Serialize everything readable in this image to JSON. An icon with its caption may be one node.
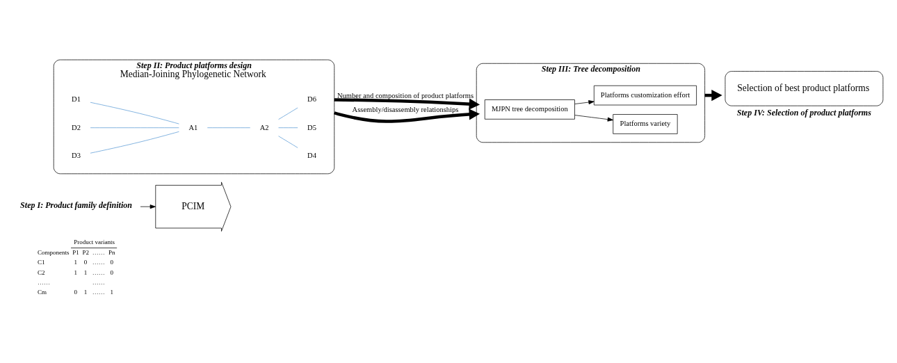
{
  "diagram": {
    "nodes": [
      {
        "text": [
          "PCIM"
        ]
      },
      {
        "text": [
          "Step II: Product platforms design",
          "Median-Joining Phylogenetic Network"
        ]
      },
      {
        "text": [
          "D1"
        ],
        "in": 1
      },
      {
        "text": [
          "D2"
        ],
        "in": 1
      },
      {
        "text": [
          "D3"
        ],
        "in": 1
      },
      {
        "text": [
          "A1"
        ],
        "in": 1
      },
      {
        "text": [
          "A2"
        ],
        "in": 1
      },
      {
        "text": [
          "D4"
        ],
        "in": 1
      },
      {
        "text": [
          "D5"
        ],
        "in": 1
      },
      {
        "text": [
          "D6"
        ],
        "in": 1
      },
      {
        "text": [
          "Step I: Product family definition"
        ]
      },
      {
        "text": [
          "Step III: Tree decomposition"
        ]
      },
      {
        "text": [
          "MJPN tree decomposition"
        ],
        "in": 11
      },
      {
        "text": [
          "Platforms variety"
        ],
        "in": 11
      },
      {
        "text": [
          "Platforms customization effort"
        ],
        "in": 11
      },
      {
        "text": [
          "Selection of best product platforms",
          "Step IV: Selection of product platforms"
        ]
      }
    ],
    "edges": [
      {
        "from": 2,
        "to": 5,
        "arrow": "none",
        "color": "#5b9bd5"
      },
      {
        "from": 3,
        "to": 5,
        "arrow": "none",
        "color": "#5b9bd5"
      },
      {
        "from": 4,
        "to": 5,
        "arrow": "none",
        "color": "#5b9bd5"
      },
      {
        "from": 5,
        "to": 6,
        "arrow": "none",
        "color": "#5b9bd5"
      },
      {
        "from": 6,
        "to": 7,
        "arrow": "none",
        "color": "#5b9bd5"
      },
      {
        "from": 6,
        "to": 8,
        "arrow": "none",
        "color": "#5b9bd5"
      },
      {
        "from": 6,
        "to": 9,
        "arrow": "none",
        "color": "#5b9bd5"
      },
      {
        "from": 10,
        "to": 0,
        "arrow": "to",
        "color": "#000000"
      },
      {
        "from": 1,
        "to": 11,
        "arrow": "to",
        "label": "Number and composition of product platforms",
        "style": "thick",
        "color": "#000000"
      },
      {
        "from": 1,
        "to": 11,
        "arrow": "to",
        "label": "Assembly/disassembly relationships",
        "style": "thick",
        "color": "#000000"
      },
      {
        "from": 12,
        "to": 13,
        "arrow": "to",
        "color": "#000000"
      },
      {
        "from": 12,
        "to": 14,
        "arrow": "to",
        "color": "#000000"
      },
      {
        "from": 11,
        "to": 15,
        "arrow": "to",
        "style": "thick",
        "color": "#000000"
      }
    ],
    "labels": [
      "Product variants",
      "Components",
      "P1",
      "P2",
      "……",
      "Pn",
      "C1",
      "1",
      "0",
      "……",
      "0",
      "C2",
      "1",
      "1",
      "……",
      "0",
      "……",
      "……",
      "Cm",
      "0",
      "1",
      "……",
      "1"
    ]
  }
}
